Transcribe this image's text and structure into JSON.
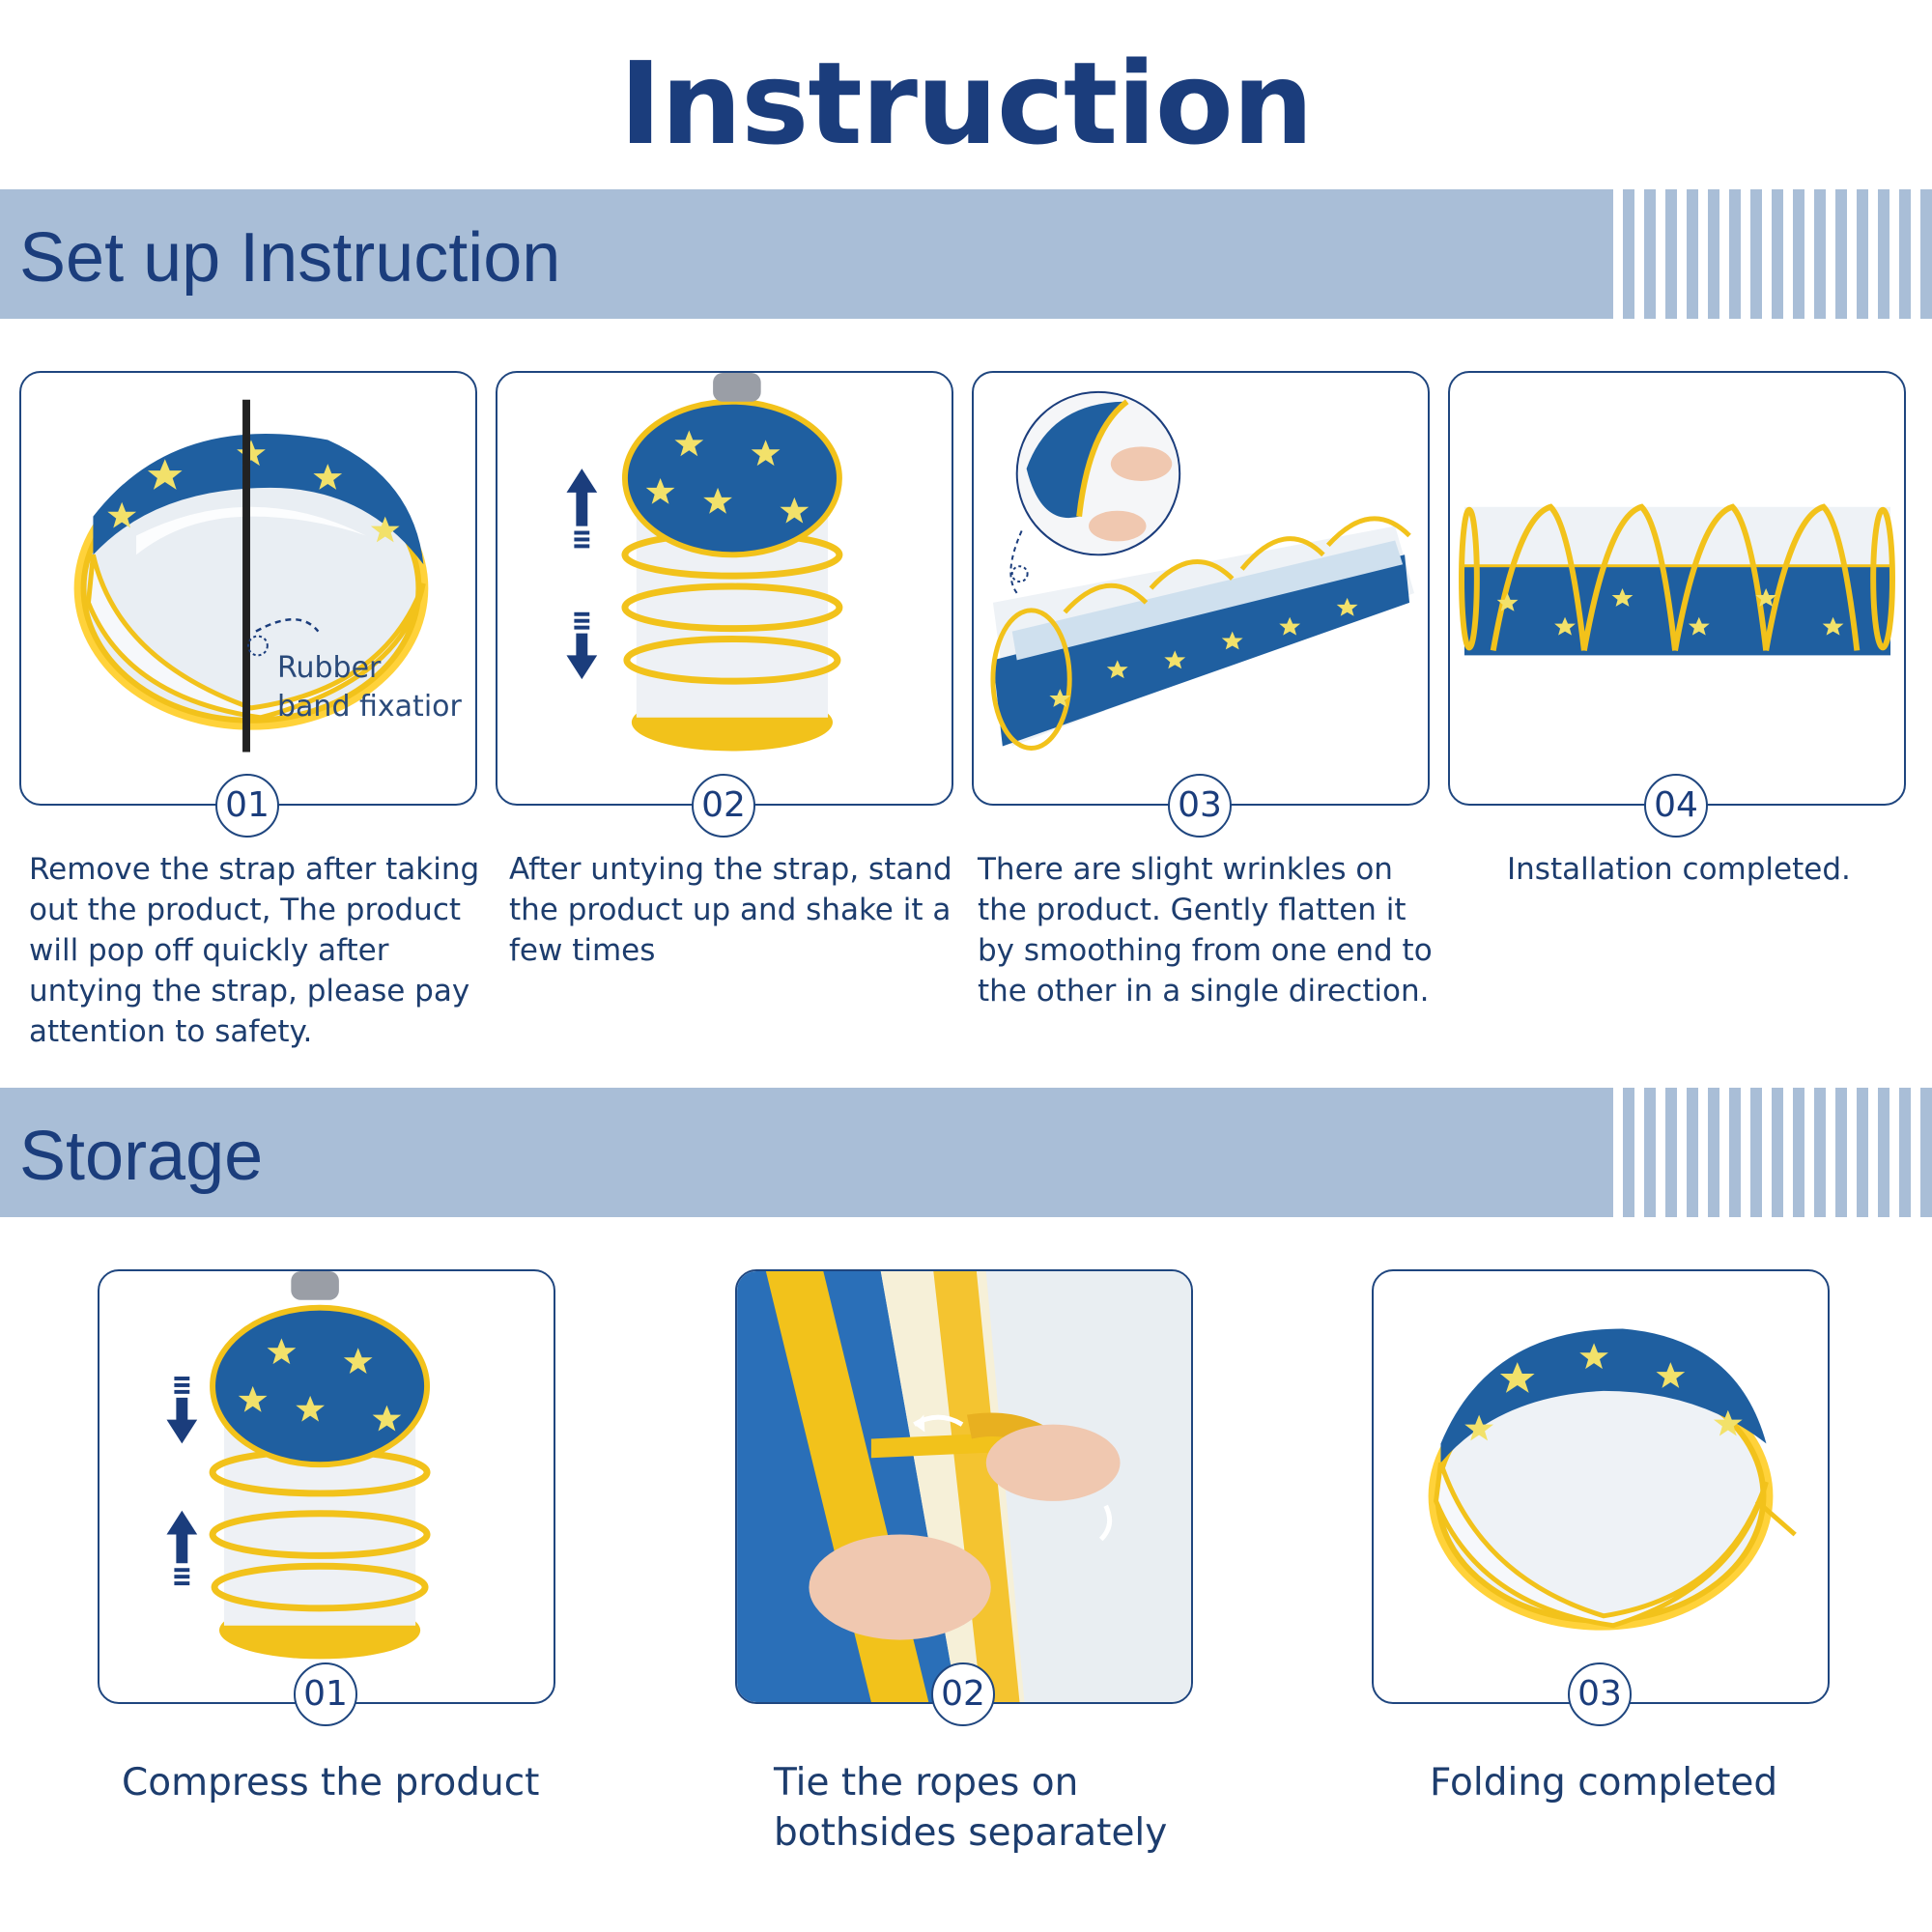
{
  "title": "Instruction",
  "setup": {
    "heading": "Set up Instruction",
    "steps": [
      {
        "num": "01",
        "text": [
          "Remove the strap after taking",
          "out the product, The product",
          "will pop off quickly after",
          "untying the strap, please pay",
          "attention to safety."
        ],
        "label": [
          "Rubber",
          "band fixatior"
        ]
      },
      {
        "num": "02",
        "text": [
          "After untying the strap, stand",
          "the product up and shake it a",
          "few times"
        ]
      },
      {
        "num": "03",
        "text": [
          "There are slight wrinkles on",
          "the product. Gently flatten it",
          "by smoothing from one end to",
          "the other in a single direction."
        ]
      },
      {
        "num": "04",
        "text": [
          "Installation completed."
        ]
      }
    ]
  },
  "storage": {
    "heading": "Storage",
    "steps": [
      {
        "num": "01",
        "text": [
          "Compress the product"
        ]
      },
      {
        "num": "02",
        "text": [
          "Tie the ropes on",
          "bothsides separately"
        ]
      },
      {
        "num": "03",
        "text": [
          "Folding completed"
        ]
      }
    ]
  },
  "colors": {
    "navy": "#1b3d7c",
    "band": "#a9bed7",
    "tent_blue": "#1f5fa0",
    "yellow": "#f2c21b"
  },
  "icons": {
    "up": "arrow-up-icon",
    "down": "arrow-down-icon"
  }
}
